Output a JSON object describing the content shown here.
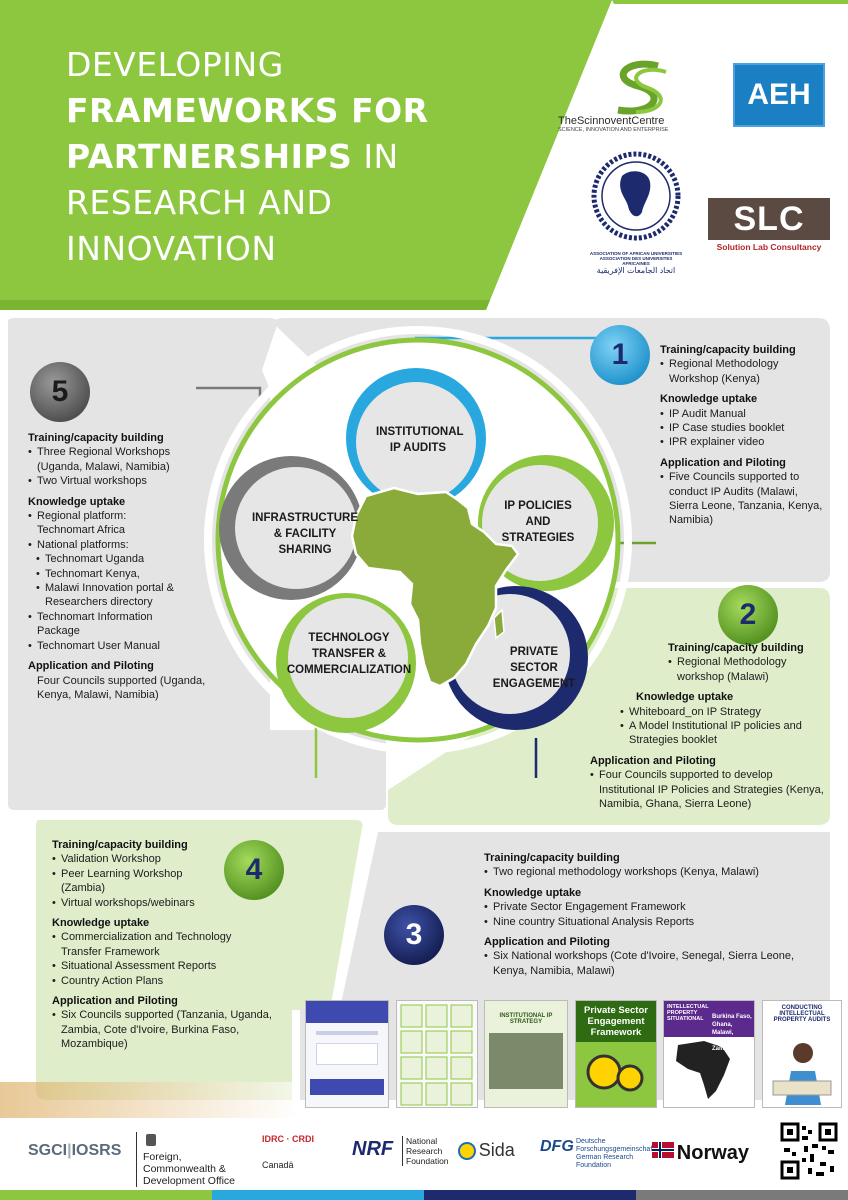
{
  "title": {
    "line1": "DEVELOPING",
    "line2": "FRAMEWORKS FOR",
    "line3_bold": "PARTNERSHIPS",
    "line3_rest": " IN",
    "line4": "RESEARCH AND",
    "line5": "INNOVATION"
  },
  "partner_logos": {
    "scinnovent_name": "TheScinnoventCentre",
    "scinnovent_tagline": "SCIENCE, INNOVATION AND ENTERPRISE",
    "aeh": "AEH",
    "aau_en": "ASSOCIATION OF AFRICAN UNIVERSITIES",
    "aau_fr": "ASSOCIATION DES UNIVERSITES AFRICAINES",
    "aau_ar": "اتحاد الجامعات الإفريقية",
    "slc": "SLC",
    "slc_name": "Solution Lab Consultancy"
  },
  "cycle": {
    "petals": {
      "audits": "INSTITUTIONAL IP AUDITS",
      "policies": "IP POLICIES AND STRATEGIES",
      "private": "PRIVATE SECTOR ENGAGEMENT",
      "tech": "TECHNOLOGY TRANSFER & COMMERCIALIZATION",
      "infra": "INFRASTRUCTURE & FACILITY SHARING"
    }
  },
  "steps": {
    "s1": {
      "number": "1",
      "h1": "Training/capacity building",
      "i1": [
        "Regional Methodology Workshop (Kenya)"
      ],
      "h2": "Knowledge uptake",
      "i2": [
        "IP Audit Manual",
        "IP Case studies booklet",
        "IPR explainer video"
      ],
      "h3": "Application and Piloting",
      "i3": [
        "Five Councils supported to conduct IP Audits (Malawi, Sierra Leone, Tanzania, Kenya, Namibia)"
      ]
    },
    "s2": {
      "number": "2",
      "h1": "Training/capacity building",
      "i1": [
        "Regional Methodology workshop (Malawi)"
      ],
      "h2": "Knowledge uptake",
      "i2": [
        "Whiteboard_on IP Strategy",
        "A Model Institutional IP policies and Strategies booklet"
      ],
      "h3": "Application and Piloting",
      "i3": [
        "Four Councils supported to develop Institutional IP Policies and Strategies (Kenya, Namibia, Ghana, Sierra Leone)"
      ]
    },
    "s3": {
      "number": "3",
      "h1": "Training/capacity building",
      "i1": [
        "Two regional methodology workshops (Kenya, Malawi)"
      ],
      "h2": "Knowledge uptake",
      "i2": [
        "Private Sector Engagement Framework",
        "Nine country Situational Analysis Reports"
      ],
      "h3": "Application and Piloting",
      "i3": [
        "Six National workshops (Cote d'Ivoire, Senegal, Sierra Leone, Kenya, Namibia, Malawi)"
      ]
    },
    "s4": {
      "number": "4",
      "h1": "Training/capacity building",
      "i1": [
        "Validation Workshop",
        "Peer Learning Workshop (Zambia)",
        "Virtual workshops/webinars"
      ],
      "h2": "Knowledge uptake",
      "i2": [
        "Commercialization and Technology Transfer Framework",
        "Situational Assessment Reports",
        "Country Action Plans"
      ],
      "h3": "Application and Piloting",
      "i3": [
        "Six Councils supported (Tanzania, Uganda, Zambia, Cote d'Ivoire, Burkina Faso, Mozambique)"
      ]
    },
    "s5": {
      "number": "5",
      "h1": "Training/capacity building",
      "i1": [
        "Three Regional Workshops (Uganda, Malawi, Namibia)",
        "Two Virtual workshops"
      ],
      "h2": "Knowledge uptake",
      "i2a": [
        "Regional platform: Technomart Africa",
        "National platforms:"
      ],
      "i2b": [
        "Technomart Uganda",
        "Technomart Kenya,",
        "Malawi Innovation portal & Researchers directory"
      ],
      "i2c": [
        "Technomart Information Package",
        "Technomart User Manual"
      ],
      "h3": "Application and Piloting",
      "i3": [
        "Four Councils supported (Uganda, Kenya, Malawi, Namibia)"
      ]
    }
  },
  "publications": {
    "p3_title": "INSTITUTIONAL IP STRATEGY",
    "p4_title": "Private Sector Engagement Framework",
    "p5_title": "INTELLECTUAL PROPERTY SITUATIONAL",
    "p5_sub": "Burkina Faso, Ghana, Malawi, Uganda and Zambia",
    "p6_title": "CONDUCTING INTELLECTUAL PROPERTY AUDITS"
  },
  "funders": {
    "sgci": "SGCI",
    "iosrs": "IOSRS",
    "fcdo": "Foreign, Commonwealth & Development Office",
    "idrc": "IDRC · CRDI",
    "canada": "Canadä",
    "nrf": "NRF",
    "nrf_name": "National Research Foundation",
    "sida": "Sida",
    "dfg": "DFG",
    "dfg_name": "Deutsche Forschungsgemeinschaft",
    "dfg_sub": "German Research Foundation",
    "norway": "Norway"
  },
  "colors": {
    "green": "#8dc63f",
    "dark_green": "#6aa329",
    "blue": "#29a8e0",
    "navy": "#1d2a6e",
    "gray": "#7a7a7a",
    "panel_gray": "#e4e4e4",
    "panel_green": "#dfedcb"
  }
}
